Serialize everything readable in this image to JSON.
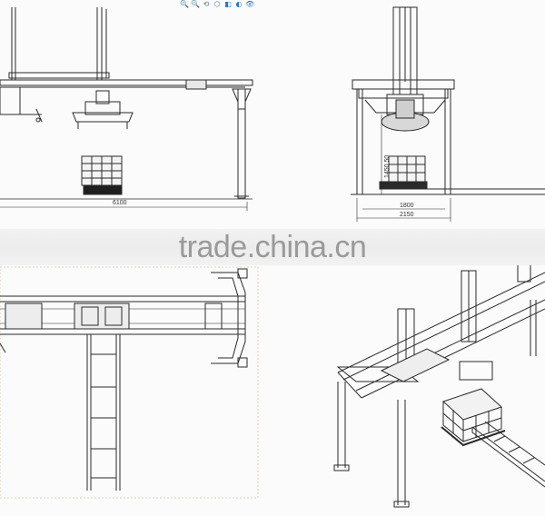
{
  "toolbar": {
    "icons": [
      "zoom-fit-icon",
      "zoom-area-icon",
      "rotate-icon",
      "view-orientation-icon",
      "display-style-icon",
      "section-view-icon",
      "hide-show-icon"
    ],
    "glyphs": [
      "🔍",
      "🔍",
      "⟲",
      "⬡",
      "◧",
      "◐",
      "👁"
    ]
  },
  "dimensions": {
    "front_overall_width": "6100",
    "side_inner_width": "1800",
    "side_outer_width": "2150",
    "side_vertical": "1450 50"
  },
  "watermark": "trade.china.cn"
}
